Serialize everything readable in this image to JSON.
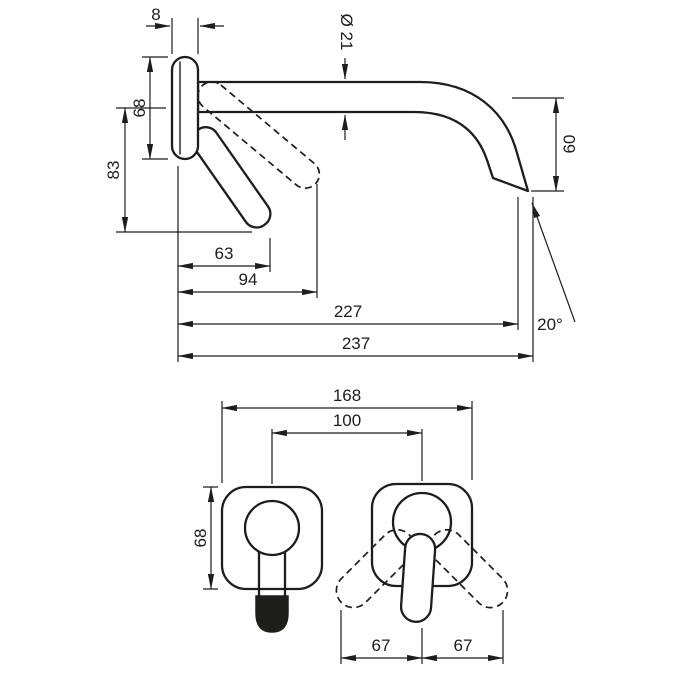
{
  "colors": {
    "line": "#1d1d1b",
    "background": "#ffffff",
    "spout_tip_fill": "#1d1d1b"
  },
  "side_view": {
    "dims": {
      "plate_thickness": "8",
      "spout_diameter": "Ø 21",
      "escutcheon_height": "68",
      "height_to_handle": "83",
      "outlet_drop": "60",
      "handle_projection": "63",
      "handle_projection_open": "94",
      "outlet_projection": "227",
      "overall_projection": "237",
      "outlet_angle": "20°"
    }
  },
  "front_view": {
    "dims": {
      "overall_width": "168",
      "centre_distance": "100",
      "escutcheon_height": "68",
      "handle_swing_left": "67",
      "handle_swing_right": "67"
    }
  }
}
